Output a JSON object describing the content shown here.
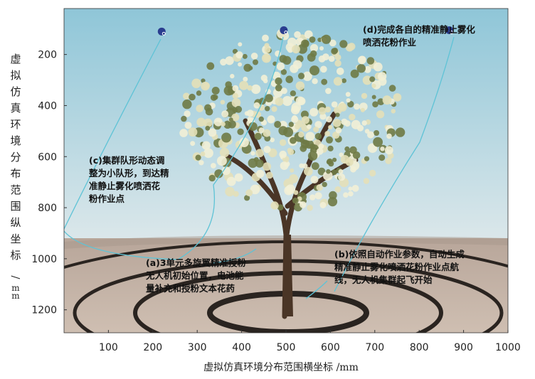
{
  "chart_data": {
    "type": "scatter",
    "xlabel": "虚拟仿真环境分布范围横坐标 /mm",
    "ylabel": "虚拟仿真环境分布范围纵坐标 /mm",
    "xlim": [
      0,
      1000
    ],
    "ylim": [
      1290,
      20
    ],
    "x_ticks": [
      "100",
      "200",
      "300",
      "400",
      "500",
      "600",
      "700",
      "800",
      "900",
      "1000"
    ],
    "y_ticks": [
      "200",
      "400",
      "600",
      "800",
      "1000",
      "1200"
    ],
    "uav_points": [
      {
        "x": 220,
        "y": 110
      },
      {
        "x": 495,
        "y": 105
      },
      {
        "x": 868,
        "y": 105
      }
    ],
    "annotations": [
      {
        "lines": [
          "(a)3单元多旋翼精准授粉",
          "无人机初始位置，电池能",
          "量补充和授粉文本花药"
        ]
      },
      {
        "lines": [
          "(b)依照自动作业参数，自动生成",
          "精准静止雾化喷洒花粉作业点航",
          "线，无人机集群起飞开始"
        ]
      },
      {
        "lines": [
          "(c)集群队形动态调",
          "整为小队形，到达精",
          "准静止雾化喷洒花",
          "粉作业点"
        ]
      },
      {
        "lines": [
          "(d)完成各自的精准静止雾化",
          "喷洒花粉作业"
        ]
      }
    ],
    "colors": {
      "sky_top": "#8fc6d8",
      "sky_bottom": "#d8e6ea",
      "ground": "#c7b5a8",
      "ring": "#2a2420",
      "path": "#5ec3d6",
      "uav": "#2a3d8f",
      "blossom": "#f2f0d6",
      "trunk": "#4a3526"
    }
  }
}
